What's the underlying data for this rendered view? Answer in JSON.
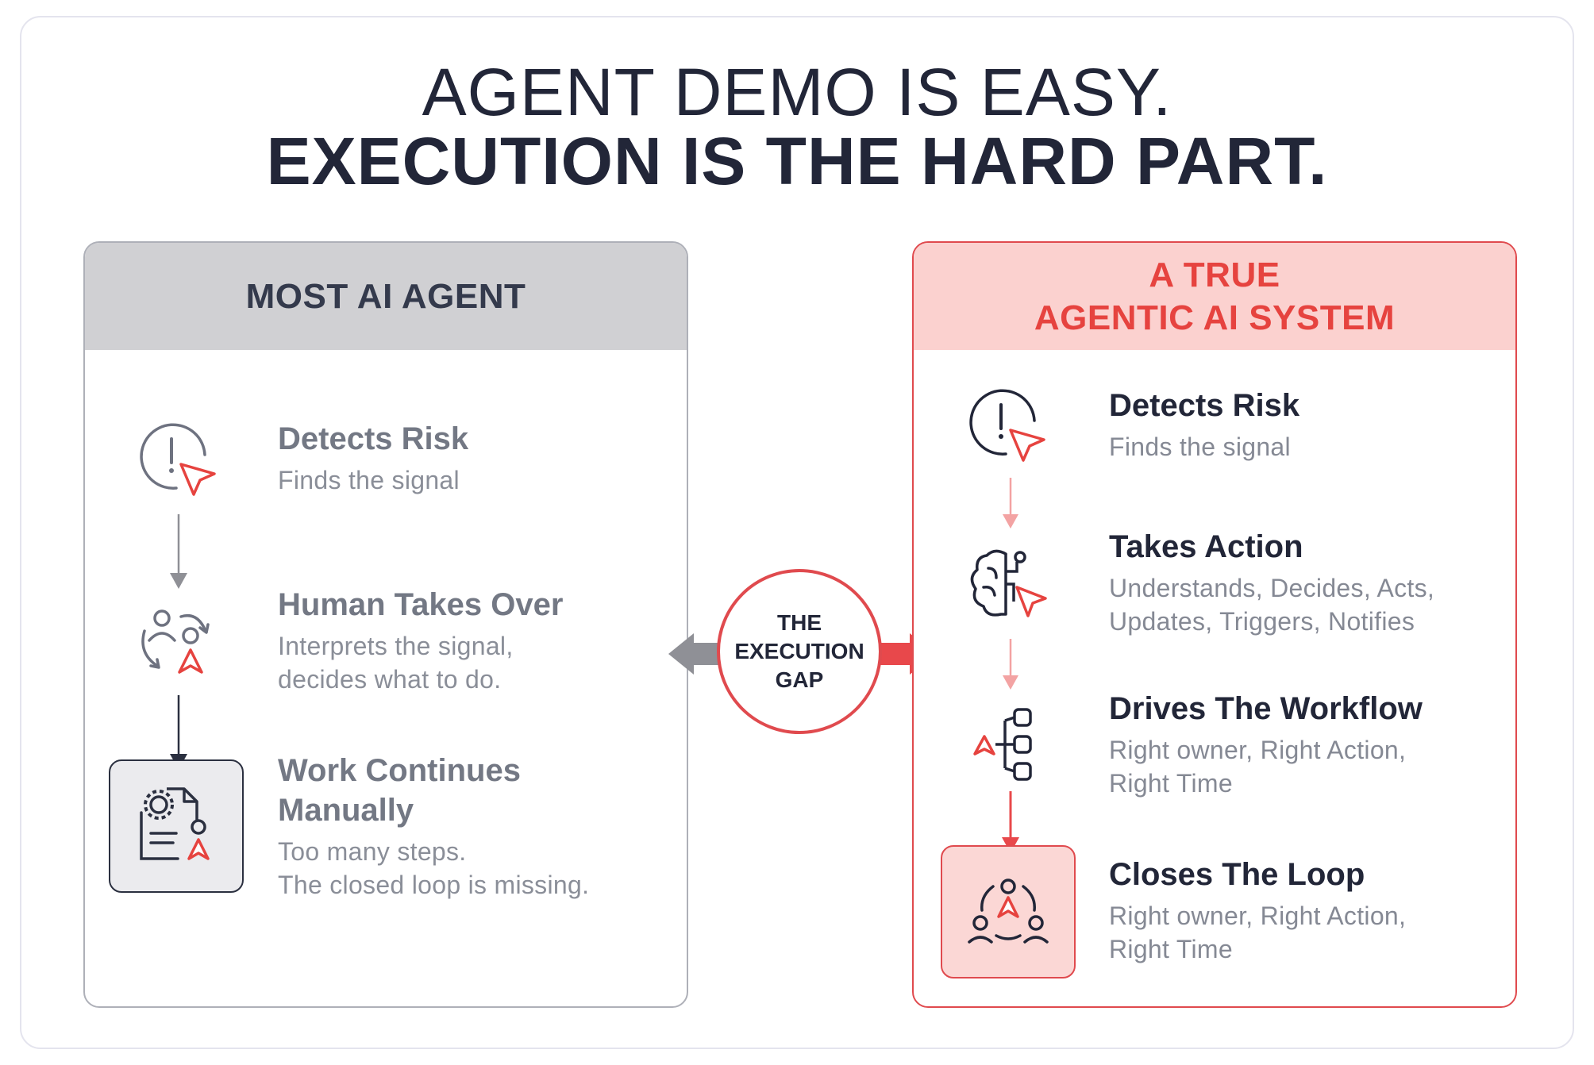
{
  "title": {
    "line1": "AGENT DEMO IS EASY.",
    "line2": "EXECUTION IS THE HARD PART."
  },
  "left_panel": {
    "header": "MOST AI AGENT",
    "steps": [
      {
        "title": "Detects Risk",
        "desc": [
          "Finds the signal"
        ],
        "icon": "alert-cursor-icon"
      },
      {
        "title": "Human Takes Over",
        "desc": [
          "Interprets the signal,",
          "decides what to do."
        ],
        "icon": "human-handoff-icon"
      },
      {
        "title": [
          "Work Continues",
          "Manually"
        ],
        "desc": [
          "Too many steps.",
          "The closed loop is missing."
        ],
        "icon": "manual-document-icon"
      }
    ]
  },
  "center": {
    "label": [
      "THE",
      "EXECUTION",
      "GAP"
    ],
    "left_arrow_color": "#8f9096",
    "right_arrow_color": "#e8484b"
  },
  "right_panel": {
    "header": [
      "A TRUE",
      "AGENTIC AI SYSTEM"
    ],
    "steps": [
      {
        "title": "Detects Risk",
        "desc": [
          "Finds the signal"
        ],
        "icon": "alert-cursor-icon"
      },
      {
        "title": "Takes Action",
        "desc": [
          "Understands, Decides, Acts,",
          "Updates, Triggers, Notifies"
        ],
        "icon": "brain-action-icon"
      },
      {
        "title": "Drives The Workflow",
        "desc": [
          "Right owner, Right Action,",
          "Right Time"
        ],
        "icon": "workflow-icon"
      },
      {
        "title": "Closes The Loop",
        "desc": [
          "Right owner, Right Action,",
          "Right Time"
        ],
        "icon": "team-loop-icon"
      }
    ]
  },
  "colors": {
    "accent_red": "#e6433f",
    "dark_navy": "#222638",
    "grey_header": "#d0d0d3",
    "pink_header": "#fbd1cf"
  }
}
